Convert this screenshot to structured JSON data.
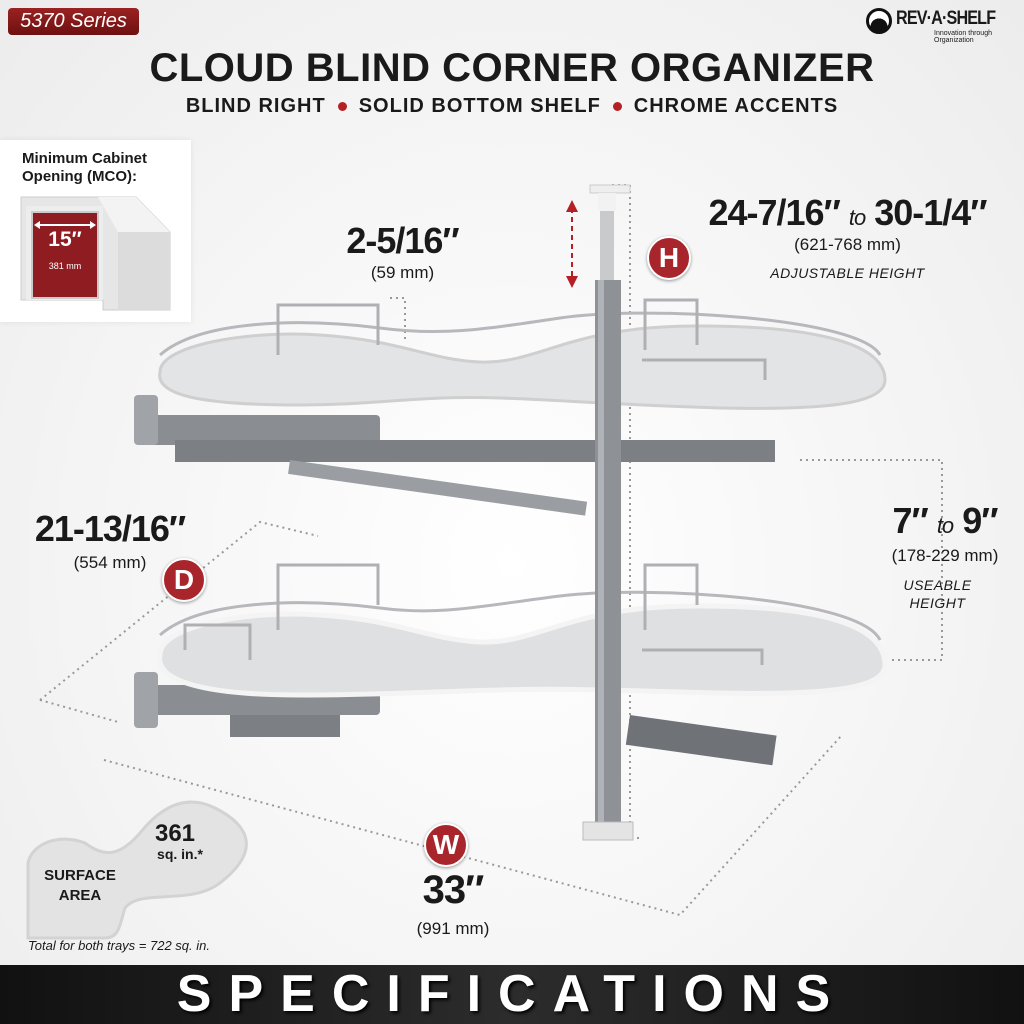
{
  "header": {
    "series_badge": "5370 Series",
    "brand": {
      "name": "REV·A·SHELF",
      "tagline": "Innovation through Organization"
    },
    "title": "CLOUD BLIND CORNER ORGANIZER",
    "features": [
      "BLIND RIGHT",
      "SOLID BOTTOM SHELF",
      "CHROME ACCENTS"
    ]
  },
  "mco": {
    "label_line1": "Minimum Cabinet",
    "label_line2": "Opening (MCO):",
    "inches": "15″",
    "mm": "381 mm"
  },
  "dimensions": {
    "rail_height": {
      "value": "2-5/16″",
      "mm": "(59 mm)"
    },
    "adjustable_height": {
      "marker": "H",
      "min": "24-7/16″",
      "to": "to",
      "max": "30-1/4″",
      "mm": "(621-768 mm)",
      "caption": "ADJUSTABLE HEIGHT"
    },
    "depth": {
      "marker": "D",
      "value": "21-13/16″",
      "mm": "(554 mm)"
    },
    "useable_height": {
      "min": "7″",
      "to": "to",
      "max": "9″",
      "mm": "(178-229 mm)",
      "caption_line1": "USEABLE",
      "caption_line2": "HEIGHT"
    },
    "width": {
      "marker": "W",
      "value": "33″",
      "mm": "(991 mm)"
    }
  },
  "surface_area": {
    "value": "361",
    "unit": "sq. in.*",
    "label_line1": "SURFACE",
    "label_line2": "AREA",
    "footnote": "Total for both trays = 722 sq. in."
  },
  "footer": {
    "banner": "SPECIFICATIONS"
  },
  "colors": {
    "accent": "#a8262b",
    "badge": "#8b1a1a",
    "banner": "#1a1a1a"
  }
}
